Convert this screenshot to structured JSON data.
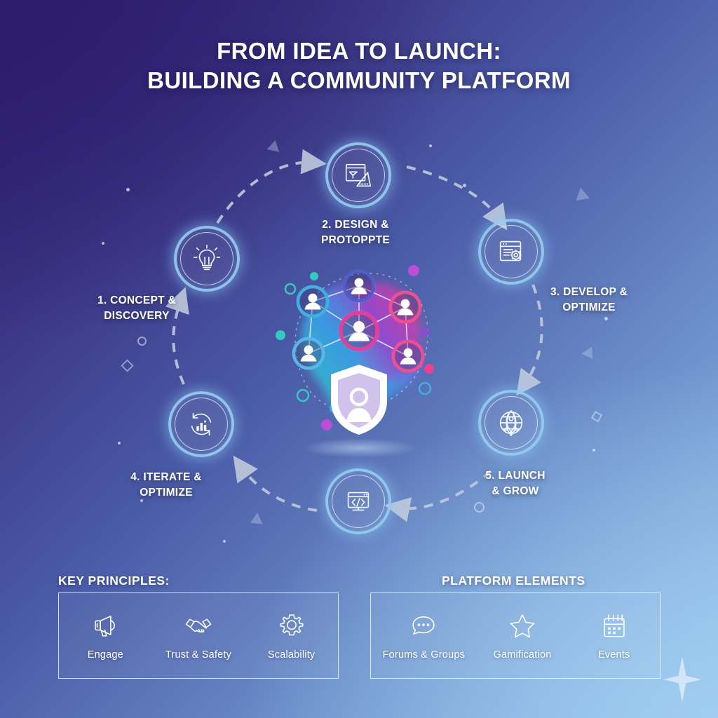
{
  "title": {
    "line1": "FROM IDEA TO LAUNCH:",
    "line2": "BUILDING A COMMUNITY PLATFORM"
  },
  "colors": {
    "background_top_left": "#2b1c6d",
    "background_bottom_right": "#93c2ec",
    "node_ring": "#96cdf0",
    "text": "#ffffff",
    "connector": "#c9d4e4",
    "blob_pink": "#e0409a",
    "blob_purple": "#8a4fd0",
    "blob_blue": "#3aa6e8",
    "blob_teal": "#35c9c2"
  },
  "cycle": {
    "steps": [
      {
        "id": "concept",
        "number": "1.",
        "label": "1. CONCEPT &\nDISCOVERY",
        "label_line1": "1. CONCEPT &",
        "label_line2": "DISCOVERY",
        "icon": "lightbulb-icon"
      },
      {
        "id": "design",
        "number": "2.",
        "label": "2. DESIGN &\nPROTOPPTE",
        "label_line1": "2. DESIGN &",
        "label_line2": "PROTOPPTE",
        "icon": "wireframe-ruler-icon"
      },
      {
        "id": "develop",
        "number": "3.",
        "label": "3. DEVELOP &\nOPTIMIZE",
        "label_line1": "3. DEVELOP &",
        "label_line2": "OPTIMIZE",
        "icon": "browser-gear-icon"
      },
      {
        "id": "launch",
        "number": "5.",
        "label": "5. LAUNCH\n& GROW",
        "label_line1": "5. LAUNCH",
        "label_line2": "& GROW",
        "icon": "rocket-globe-icon"
      },
      {
        "id": "iterate",
        "number": "4.",
        "label": "4. ITERATE &\nOPTIMIZE",
        "label_line1": "4. ITERATE &",
        "label_line2": "OPTIMIZE",
        "icon": "analytics-refresh-icon"
      },
      {
        "id": "code",
        "number": "",
        "label": "",
        "label_line1": "",
        "label_line2": "",
        "icon": "code-monitor-icon"
      }
    ]
  },
  "center": {
    "description": "community network of member avatars with security shield",
    "avatar_count": 6,
    "shield_icon": "shield-user-icon"
  },
  "key_principles": {
    "heading": "KEY PRINCIPLES:",
    "items": [
      {
        "label": "Engage",
        "icon": "megaphone-icon"
      },
      {
        "label": "Trust & Safety",
        "icon": "handshake-icon"
      },
      {
        "label": "Scalability",
        "icon": "gear-icon"
      }
    ]
  },
  "platform_elements": {
    "heading": "PLATFORM ELEMENTS",
    "items": [
      {
        "label": "Forums & Groups",
        "icon": "chat-bubble-icon"
      },
      {
        "label": "Gamification",
        "icon": "star-icon"
      },
      {
        "label": "Events",
        "icon": "calendar-icon"
      }
    ]
  }
}
